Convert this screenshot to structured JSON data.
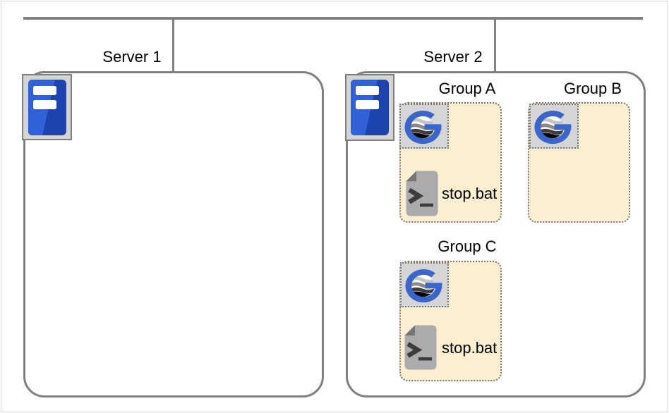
{
  "labels": {
    "server1": "Server 1",
    "server2": "Server 2",
    "group_a": "Group A",
    "group_b": "Group B",
    "group_c": "Group C",
    "file_a": "stop.bat",
    "file_c": "stop.bat"
  },
  "icons": {
    "server": "server-icon",
    "group_logo": "g-globe-logo-icon",
    "batch_file": "batch-file-icon"
  },
  "structure": {
    "server1": {
      "label": "Server 1",
      "icon": "server-icon",
      "groups": []
    },
    "server2": {
      "label": "Server 2",
      "icon": "server-icon",
      "groups": [
        {
          "label": "Group A",
          "icons": [
            "g-globe-logo-icon",
            "batch-file-icon"
          ],
          "file": "stop.bat"
        },
        {
          "label": "Group B",
          "icons": [
            "g-globe-logo-icon"
          ],
          "file": null
        },
        {
          "label": "Group C",
          "icons": [
            "g-globe-logo-icon",
            "batch-file-icon"
          ],
          "file": "stop.bat"
        }
      ]
    }
  },
  "colors": {
    "connector_gray": "#808080",
    "box_border_gray": "#7f7f7f",
    "dotted_border_gray": "#787878",
    "group_fill_cream": "#fbeed1",
    "icon_box_gray": "#d5d5d5",
    "server_icon_blue": "#2f62d8",
    "server_icon_blue_dark": "#1c43ae",
    "logo_blue": "#3a66cc",
    "file_icon_gray": "#ababab",
    "canvas_border": "#d8d8d8",
    "text": "#000000"
  }
}
